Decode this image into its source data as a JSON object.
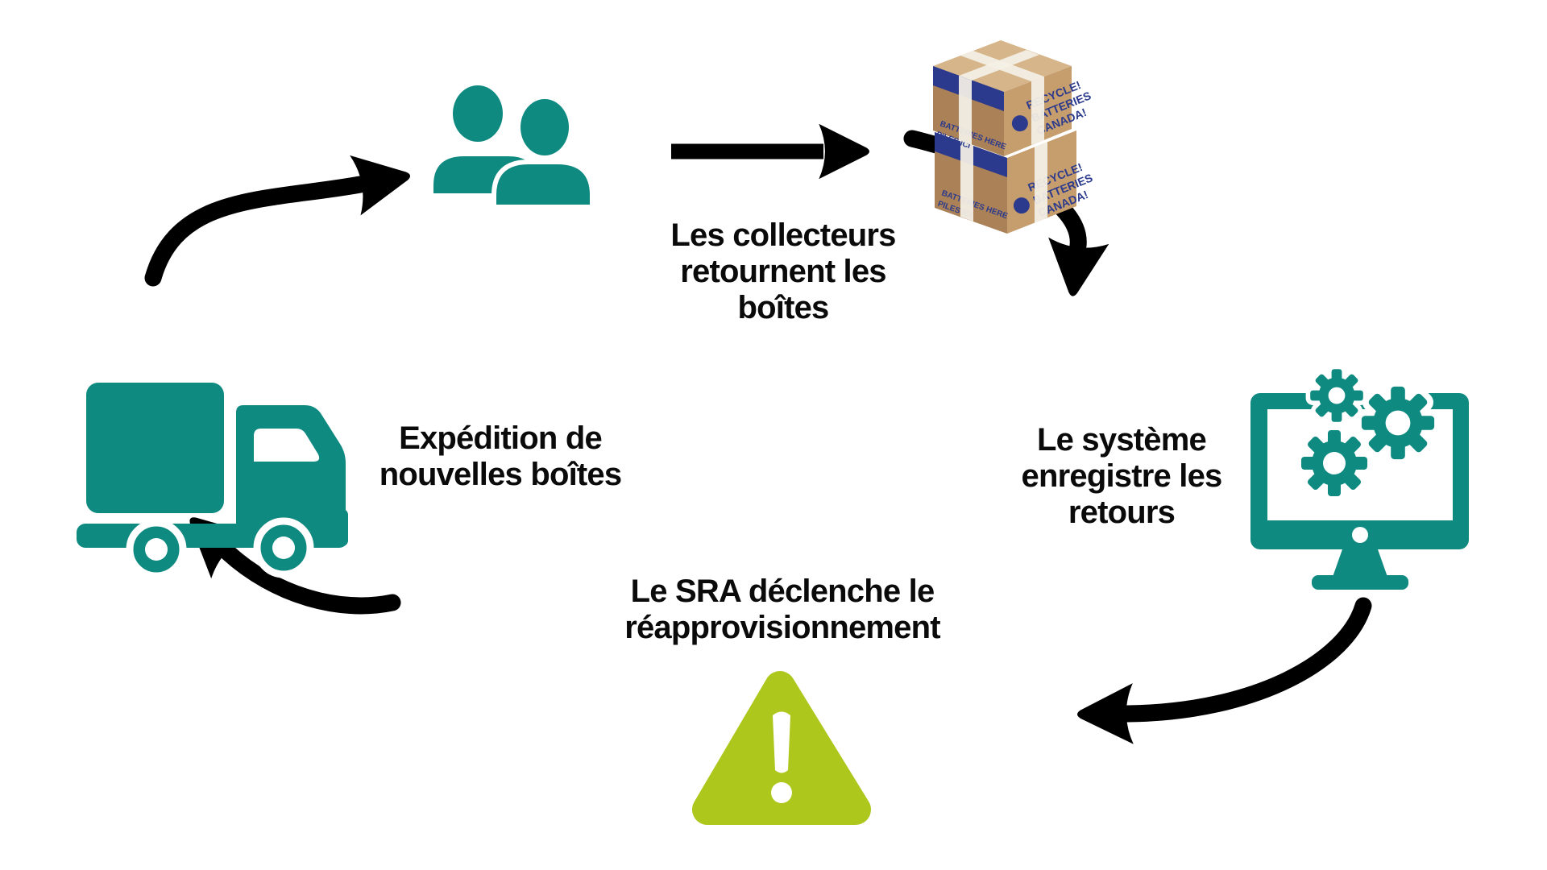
{
  "diagram": {
    "type": "cycle",
    "background": "#ffffff",
    "steps": [
      {
        "id": "collectors-return-boxes",
        "icon": "people-icon",
        "caption_lines": [
          "Les collecteurs",
          "retournent les",
          "boîtes"
        ]
      },
      {
        "id": "returned-battery-boxes",
        "icon": "battery-boxes-photo",
        "box_print_front": [
          "RECYCLE!",
          "BATTERIES",
          "CANADA!"
        ],
        "box_print_side": [
          "BATTERIES HERE",
          "PILES ICI"
        ]
      },
      {
        "id": "system-records-returns",
        "icon": "computer-gears-icon",
        "caption_lines": [
          "Le système",
          "enregistre les",
          "retours"
        ]
      },
      {
        "id": "sra-triggers-replenishment",
        "icon": "warning-triangle-icon",
        "caption_lines": [
          "Le SRA déclenche le",
          "réapprovisionnement"
        ]
      },
      {
        "id": "ship-new-boxes",
        "icon": "truck-icon",
        "caption_lines": [
          "Expédition de",
          "nouvelles boîtes"
        ]
      }
    ]
  },
  "colors": {
    "teal": "#0e8a80",
    "lime": "#adc71c",
    "arrow_black": "#000000",
    "text_black": "#0a0a0a",
    "cardboard_front": "#c69e6e",
    "cardboard_side": "#ab8157",
    "cardboard_top": "#d6b58a",
    "box_navy": "#2b3a8c",
    "tape_white": "#f4f0e6"
  }
}
